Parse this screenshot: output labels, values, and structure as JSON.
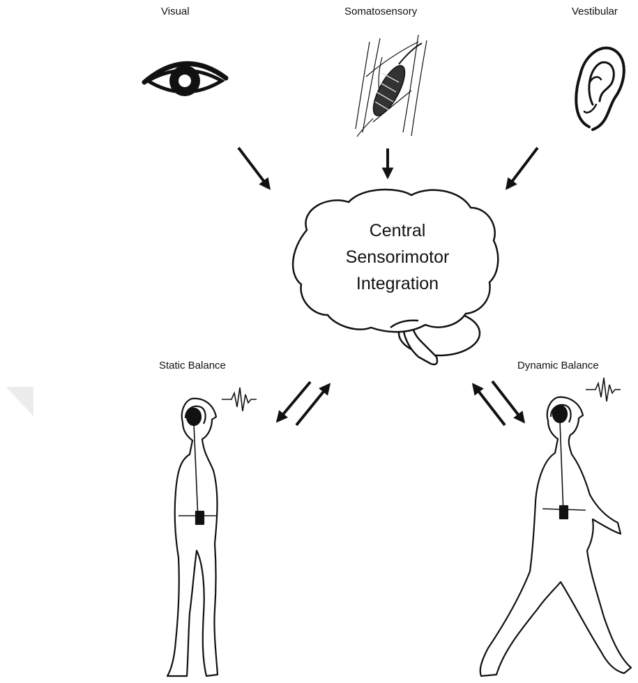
{
  "inputs": {
    "visual": "Visual",
    "somatosensory": "Somatosensory",
    "vestibular": "Vestibular"
  },
  "center": {
    "line1": "Central",
    "line2": "Sensorimotor",
    "line3": "Integration"
  },
  "outputs": {
    "static": "Static Balance",
    "dynamic": "Dynamic Balance"
  }
}
